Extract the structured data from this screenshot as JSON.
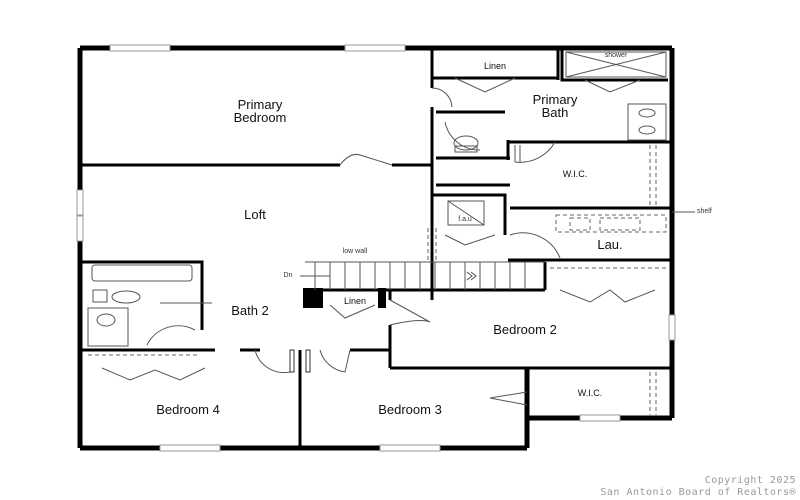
{
  "floorplan": {
    "rooms": {
      "primary_bedroom": "Primary\nBedroom",
      "primary_bedroom_line1": "Primary",
      "primary_bedroom_line2": "Bedroom",
      "primary_bath_line1": "Primary",
      "primary_bath_line2": "Bath",
      "linen_top": "Linen",
      "shower": "shower",
      "wic_primary": "W.I.C.",
      "shelf": "shelf",
      "fau": "f.a.u",
      "laundry": "Lau.",
      "loft": "Loft",
      "low_wall": "low wall",
      "stairs_down": "Dn",
      "linen_hall": "Linen",
      "bath2": "Bath 2",
      "bedroom2": "Bedroom 2",
      "wic_bedroom2": "W.I.C.",
      "bedroom3": "Bedroom 3",
      "bedroom4": "Bedroom 4"
    },
    "colors": {
      "wall": "#000000",
      "fixture": "#555555",
      "window": "#aaaaaa",
      "background": "#ffffff"
    }
  },
  "copyright": {
    "line1": "Copyright 2025",
    "line2": "San Antonio Board of Realtors®"
  }
}
